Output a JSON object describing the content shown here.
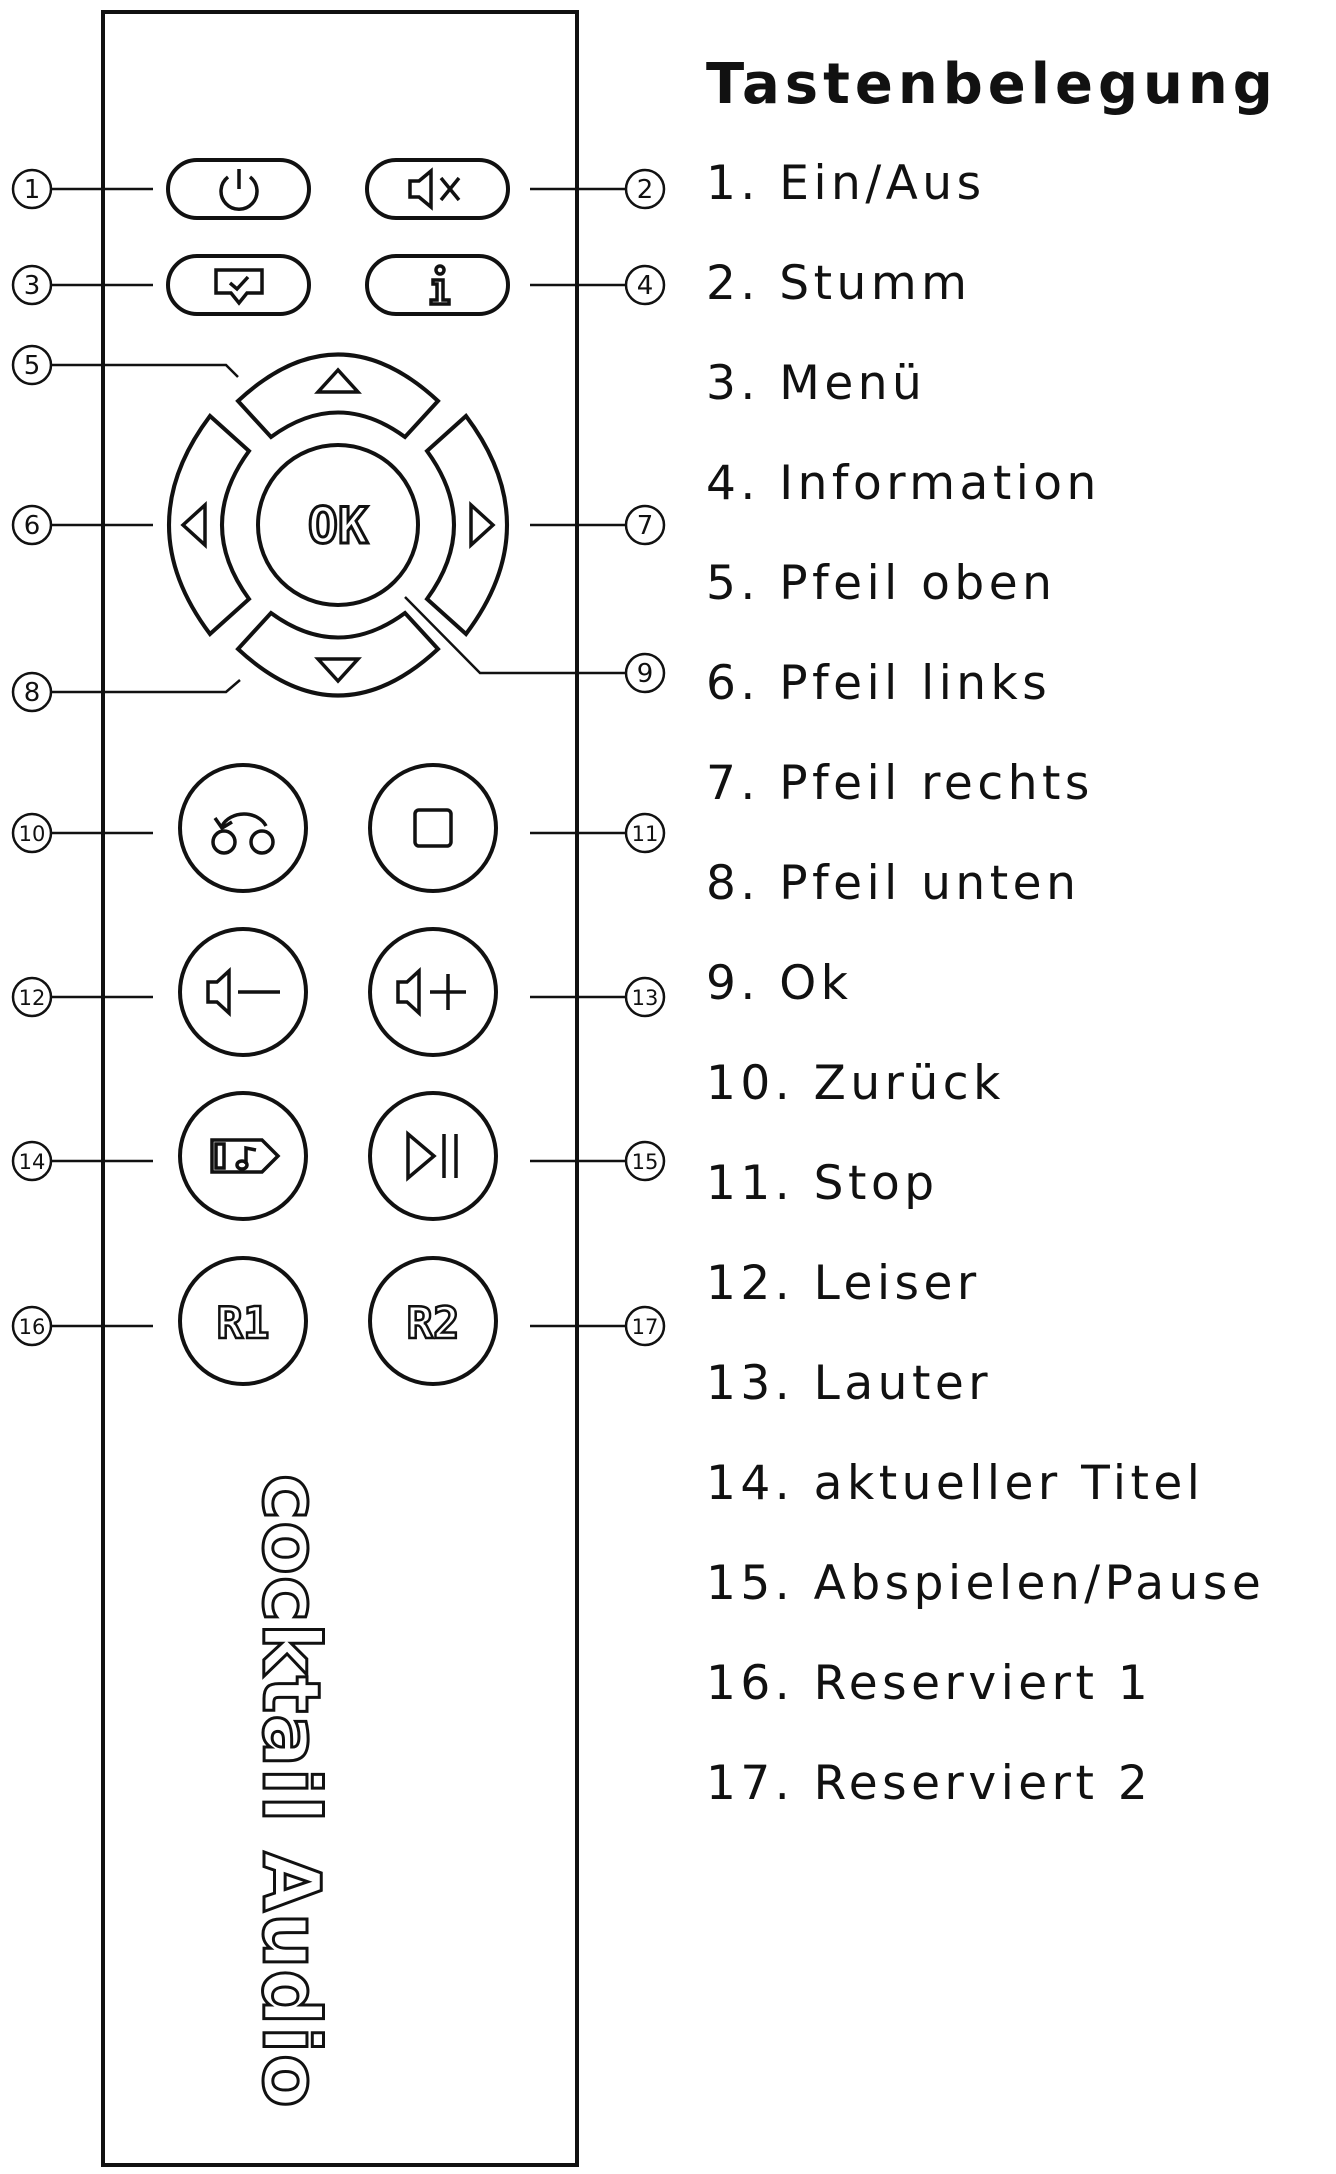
{
  "heading": "Tastenbelegung",
  "brand": "cocktail Audio",
  "buttons": {
    "ok": "OK",
    "r1": "R1",
    "r2": "R2"
  },
  "callouts": [
    "1",
    "2",
    "3",
    "4",
    "5",
    "6",
    "7",
    "8",
    "9",
    "10",
    "11",
    "12",
    "13",
    "14",
    "15",
    "16",
    "17"
  ],
  "legend": [
    "1. Ein/Aus",
    "2. Stumm",
    "3. Menü",
    "4. Information",
    "5. Pfeil oben",
    "6. Pfeil links",
    "7. Pfeil rechts",
    "8. Pfeil unten",
    "9. Ok",
    "10. Zurück",
    "11. Stop",
    "12. Leiser",
    "13. Lauter",
    "14. aktueller Titel",
    "15. Abspielen/Pause",
    "16. Reserviert 1",
    "17. Reserviert 2"
  ],
  "icons": [
    "power-icon",
    "mute-icon",
    "menu-icon",
    "info-icon",
    "arrow-up-icon",
    "arrow-left-icon",
    "arrow-right-icon",
    "arrow-down-icon",
    "back-icon",
    "stop-icon",
    "volume-down-icon",
    "volume-up-icon",
    "current-track-icon",
    "play-pause-icon"
  ]
}
